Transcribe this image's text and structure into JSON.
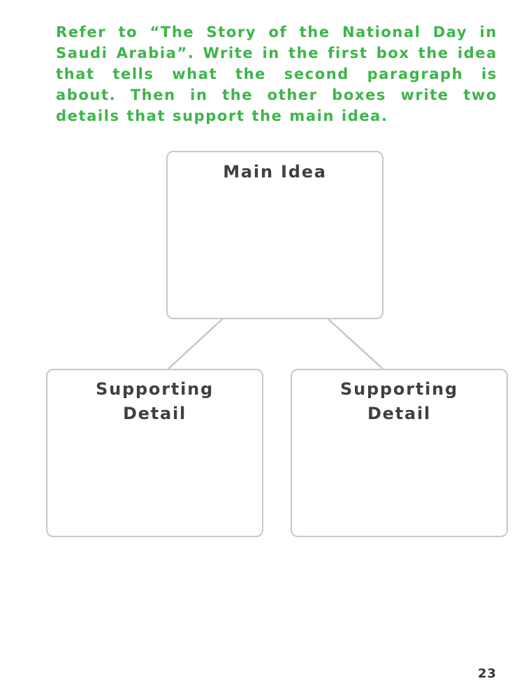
{
  "instructions": {
    "text": "Refer to “The Story of the National Day in Saudi Arabia”. Write in the first box the idea that tells what the second paragraph is about. Then in the other boxes write two details that support the main idea."
  },
  "organizer": {
    "main_box": {
      "title": "Main Idea"
    },
    "detail_boxes": [
      {
        "line1": "Supporting",
        "line2": "Detail"
      },
      {
        "line1": "Supporting",
        "line2": "Detail"
      }
    ]
  },
  "page": {
    "number": "23"
  },
  "colors": {
    "instruction_text": "#3db54a",
    "box_border": "#c7c7c7",
    "box_title": "#404040"
  }
}
